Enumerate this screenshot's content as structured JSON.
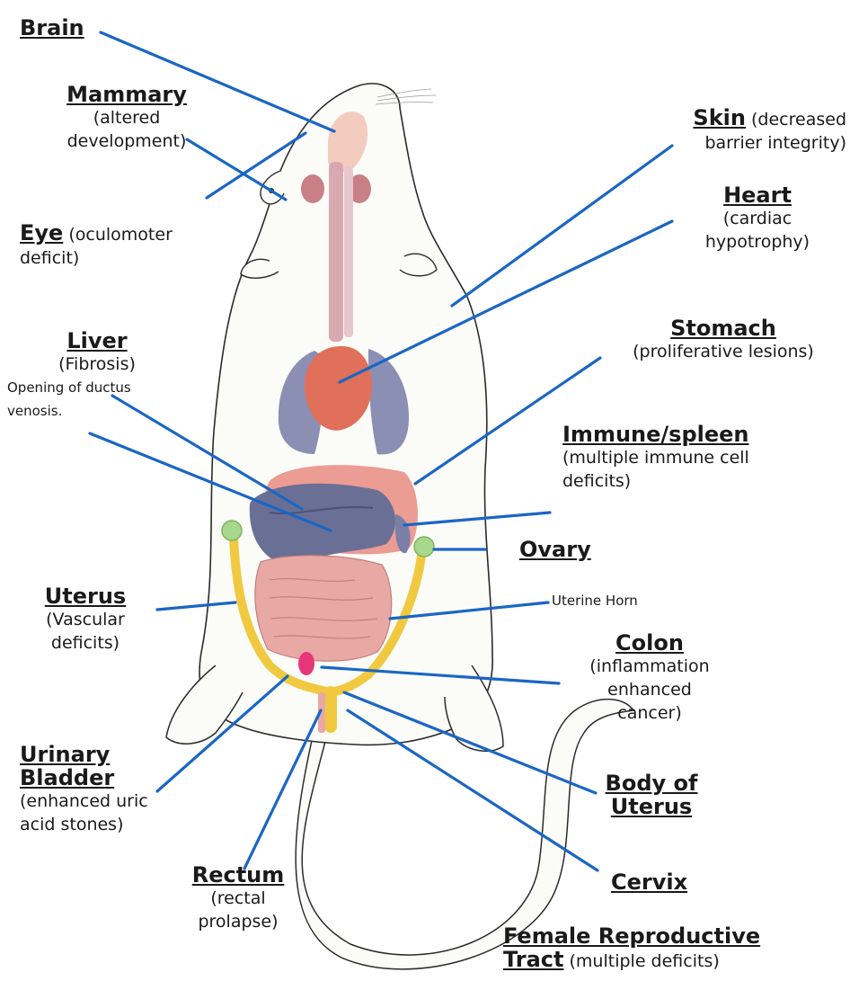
{
  "colors": {
    "leader_line": "#1a66c4",
    "body_fill": "#fbfbf8",
    "outline": "#2b2b2b",
    "lungs": "#8b8fb3",
    "heart": "#e0705a",
    "liver": "#6a6f96",
    "intestine": "#e8a8a4",
    "uterus": "#f0c940",
    "ovary": "#a8d88a",
    "bladder": "#e8367a"
  },
  "labels": {
    "brain": {
      "title": "Brain"
    },
    "mammary": {
      "title": "Mammary",
      "desc1": "(altered",
      "desc2": "development)"
    },
    "eye": {
      "title": "Eye",
      "desc1": "(oculomoter",
      "desc2": "deficit)"
    },
    "skin": {
      "title": "Skin",
      "desc1": "(decreased",
      "desc2": "barrier integrity)"
    },
    "heart": {
      "title": "Heart",
      "desc1": "(cardiac",
      "desc2": "hypotrophy)"
    },
    "liver": {
      "title": "Liver",
      "desc1": "(Fibrosis)",
      "desc2": "Opening of ductus",
      "desc3": "venosis."
    },
    "stomach": {
      "title": "Stomach",
      "desc1": "(proliferative lesions)"
    },
    "immune": {
      "title": "Immune/spleen",
      "desc1": "(multiple immune cell",
      "desc2": "deficits)"
    },
    "ovary": {
      "title": "Ovary"
    },
    "uterine_horn": {
      "title": "Uterine Horn"
    },
    "uterus": {
      "title": "Uterus",
      "desc1": "(Vascular",
      "desc2": "deficits)"
    },
    "colon": {
      "title": "Colon",
      "desc1": "(inflammation",
      "desc2": "enhanced",
      "desc3": "cancer)"
    },
    "bladder": {
      "title1": "Urinary",
      "title2": "Bladder",
      "desc1": "(enhanced uric",
      "desc2": "acid stones)"
    },
    "body_uterus": {
      "title1": "Body of",
      "title2": "Uterus"
    },
    "rectum": {
      "title": "Rectum",
      "desc1": "(rectal",
      "desc2": "prolapse)"
    },
    "cervix": {
      "title": "Cervix"
    },
    "frt": {
      "title1": "Female Reproductive",
      "title2": "Tract",
      "desc": "(multiple deficits)"
    }
  }
}
